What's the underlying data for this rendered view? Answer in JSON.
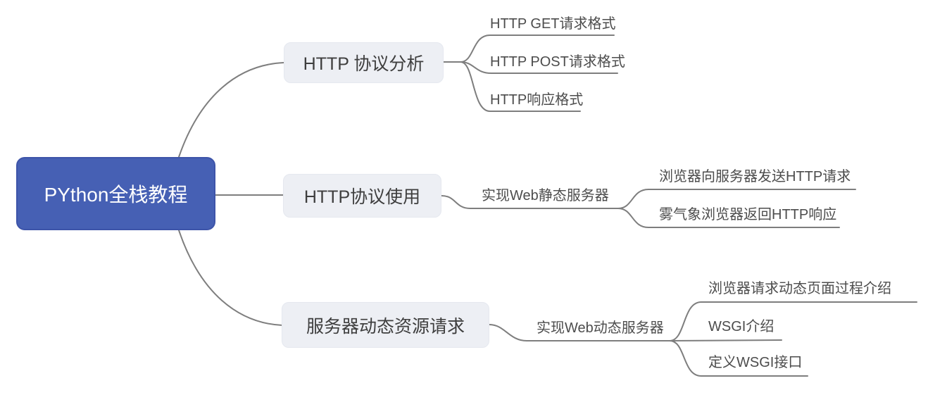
{
  "colors": {
    "background": "#ffffff",
    "root_fill": "#4660b4",
    "root_border": "#3d54a9",
    "root_text": "#ffffff",
    "branch_fill": "#edeff4",
    "branch_text": "#3e3e3e",
    "leaf_text": "#4c4c4c",
    "connector_line": "#7e7e7e"
  },
  "mindmap": {
    "root": {
      "label": "PYthon全栈教程"
    },
    "branches": [
      {
        "label": "HTTP 协议分析",
        "children": [
          {
            "label": "HTTP GET请求格式"
          },
          {
            "label": "HTTP POST请求格式"
          },
          {
            "label": "HTTP响应格式"
          }
        ]
      },
      {
        "label": "HTTP协议使用",
        "children": [
          {
            "label": "实现Web静态服务器",
            "children": [
              {
                "label": "浏览器向服务器发送HTTP请求"
              },
              {
                "label": "雾气象浏览器返回HTTP响应"
              }
            ]
          }
        ]
      },
      {
        "label": "服务器动态资源请求",
        "children": [
          {
            "label": "实现Web动态服务器",
            "children": [
              {
                "label": "浏览器请求动态页面过程介绍"
              },
              {
                "label": "WSGI介绍"
              },
              {
                "label": "定义WSGI接口"
              }
            ]
          }
        ]
      }
    ]
  }
}
